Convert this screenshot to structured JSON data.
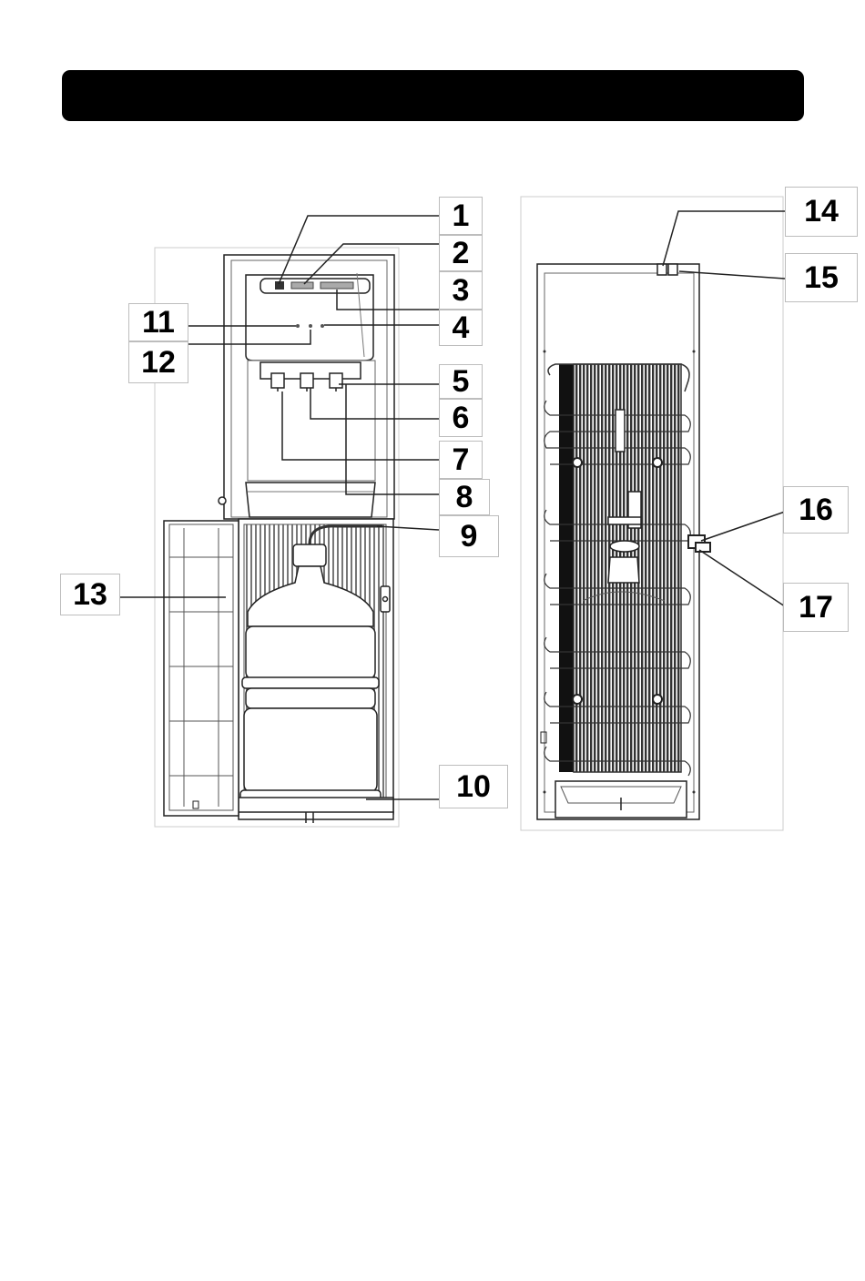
{
  "callouts": [
    "1",
    "2",
    "3",
    "4",
    "5",
    "6",
    "7",
    "8",
    "9",
    "10",
    "11",
    "12",
    "13",
    "14",
    "15",
    "16",
    "17"
  ],
  "icons": {
    "front-view": "water-dispenser-front-illustration",
    "rear-view": "water-dispenser-rear-illustration",
    "bottle": "water-bottle-icon"
  }
}
